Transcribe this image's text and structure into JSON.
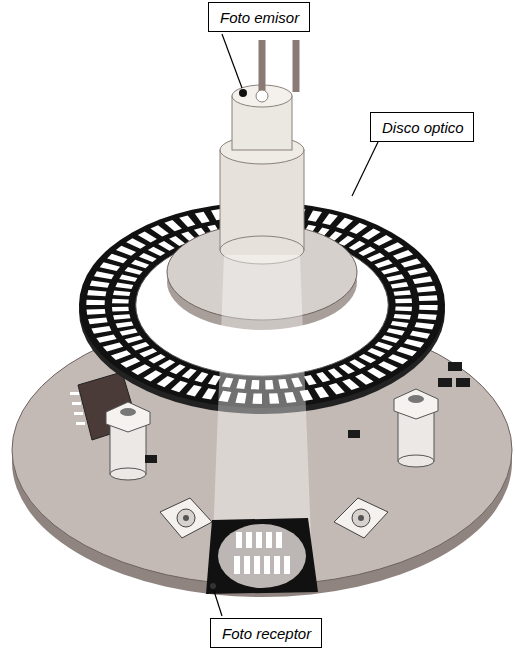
{
  "diagram": {
    "nodes": [
      {
        "text": [
          "Foto emisor"
        ]
      },
      {
        "text": [
          "Disco optico"
        ]
      },
      {
        "text": [
          "Foto receptor"
        ]
      }
    ]
  }
}
